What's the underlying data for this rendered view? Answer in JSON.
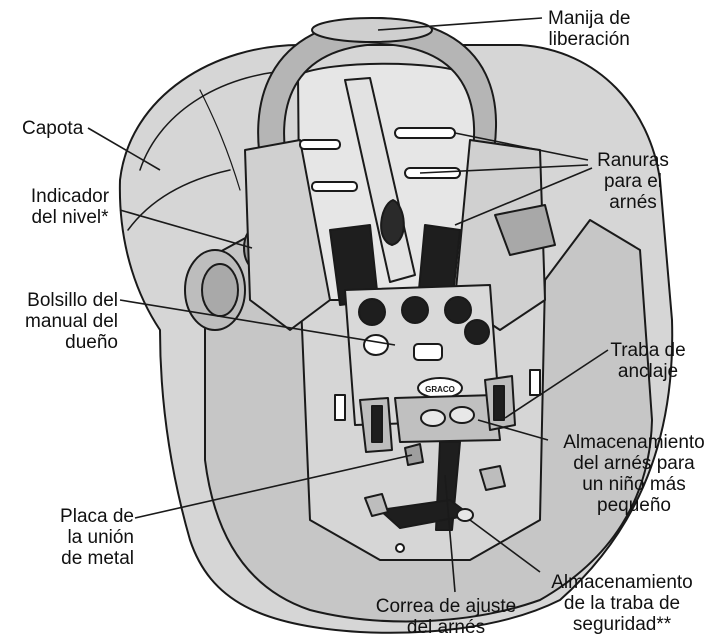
{
  "labels": {
    "release_handle": "Manija de\nliberación",
    "canopy": "Capota",
    "harness_slots": "Ranuras\npara el\narnés",
    "level_indicator": "Indicador\ndel nivel*",
    "manual_pocket": "Bolsillo del\nmanual del\ndueño",
    "anchor_latch": "Traba de\nanclaje",
    "small_child_harness_storage": "Almacenamiento\ndel arnés para\nun niño más\npequeño",
    "metal_plate": "Placa de\nla unión\nde metal",
    "adjust_strap": "Correa de ajuste\ndel arnés",
    "latch_storage": "Almacenamiento\nde la traba de\nseguridad**"
  },
  "brand_badge": "GRACO",
  "colors": {
    "shell_light": "#dcdcdc",
    "shell_mid": "#c4c4c4",
    "shell_dark": "#a9a9a9",
    "strap": "#1e1e1e",
    "outline": "#1a1a1a",
    "text": "#111111"
  }
}
